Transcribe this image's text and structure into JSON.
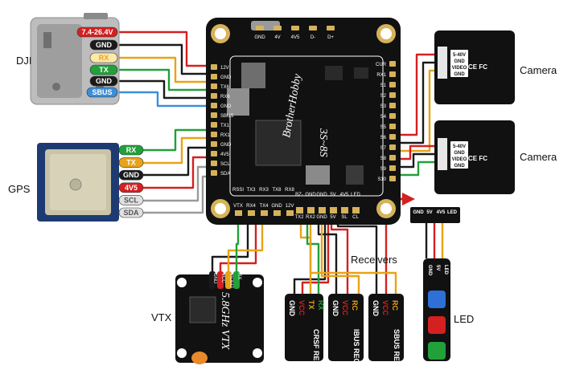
{
  "labels": {
    "dji": "DJI",
    "gps": "GPS",
    "camera_top": "Camera",
    "camera_bottom": "Camera",
    "vtx": "VTX",
    "receivers": "Receivers",
    "led": "LED"
  },
  "dji_pins": [
    "7.4-26.4V",
    "GND",
    "RX",
    "TX",
    "GND",
    "SBUS"
  ],
  "gps_pins": [
    "RX",
    "TX",
    "GND",
    "4V5",
    "SCL",
    "SDA"
  ],
  "camera_specs": [
    "5-40V",
    "GND",
    "VIDEO",
    "GND"
  ],
  "fc_board": {
    "brand": "BrotherHobby",
    "cell_range": "3S~8S",
    "left_pads": [
      "12V",
      "GND",
      "TX6",
      "RX6",
      "GND",
      "SBUS",
      "TX1",
      "RX1",
      "GND",
      "4V5",
      "SCL",
      "SDA"
    ],
    "bottom_pads_left": [
      "RSSI",
      "TX3",
      "RX3",
      "TX8",
      "RX8"
    ],
    "bottom_pads_left2": [
      "VTX",
      "RX4",
      "TX4",
      "GND",
      "12V"
    ],
    "bottom_pads_right": [
      "BZ-",
      "GND",
      "GND",
      "5V",
      "4V5",
      "LED"
    ],
    "bottom_pads_right2": [
      "TX2",
      "RX2",
      "GND",
      "5V",
      "SL",
      "CL"
    ],
    "top_pads": [
      "GND",
      "4V",
      "4V5",
      "D-",
      "D+"
    ],
    "right_pads": [
      "CUR",
      "RX1",
      "S1",
      "S2",
      "S3",
      "S4",
      "S5",
      "S6",
      "S7",
      "S8",
      "S9",
      "S10"
    ]
  },
  "vtx": {
    "title": "5.8GHz VTX",
    "pins": [
      "GND",
      "VCC",
      "VIDEO",
      "RX"
    ]
  },
  "receivers": [
    {
      "pins": [
        "GND",
        "VCC",
        "TX",
        "RX"
      ],
      "name": "CRSF RECEIVER"
    },
    {
      "pins": [
        "GND",
        "VCC",
        "RC"
      ],
      "name": "IBUS RECEIVER"
    },
    {
      "pins": [
        "GND",
        "VCC",
        "RC"
      ],
      "name": "SBUS RECEIVER"
    }
  ],
  "led_pins": [
    "GND",
    "5V",
    "4V5",
    "LED"
  ],
  "led_strip_pins": [
    "GND",
    "5V",
    "LED"
  ],
  "colors": {
    "red": "#d42020",
    "yellow": "#e8a317",
    "green": "#22a03a",
    "black": "#1a1a1a",
    "blue": "#3a8fd9",
    "gray": "#9a9a9a",
    "board": "#111111",
    "gold": "#d6b25a"
  }
}
